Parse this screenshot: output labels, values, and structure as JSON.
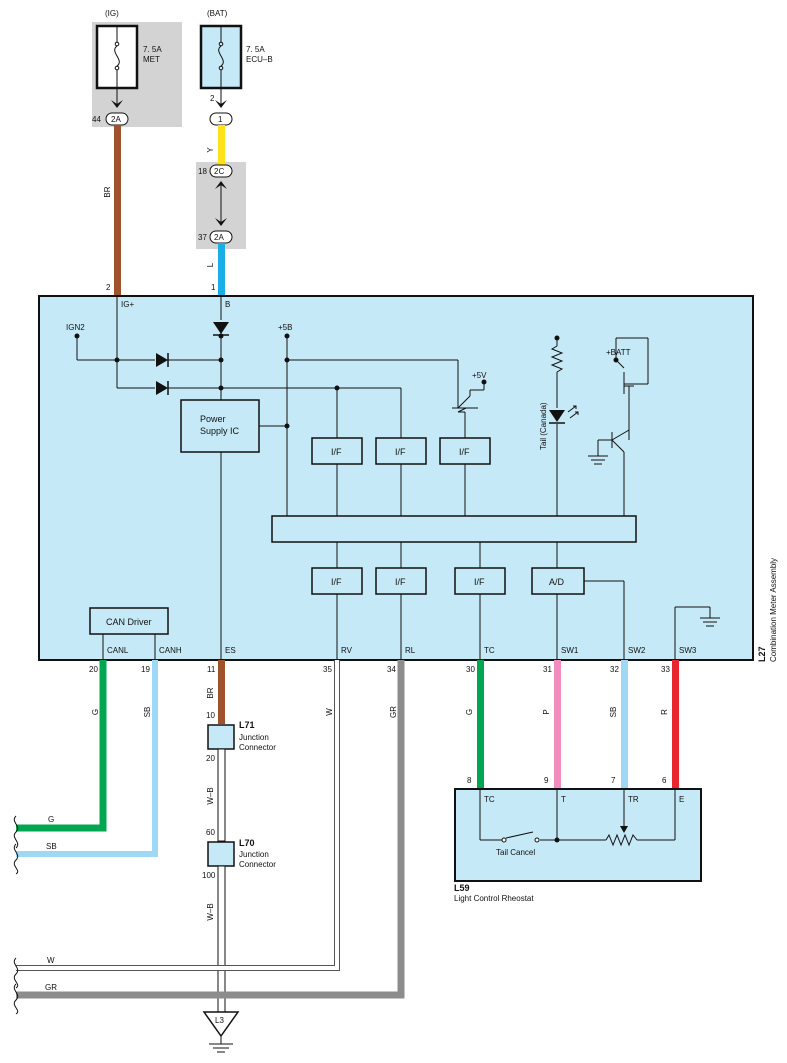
{
  "colors": {
    "panel": "#c6e9f7",
    "shade": "#d3d3d3",
    "BR": "#a0522d",
    "Y": "#ffe11a",
    "L": "#1aaee6",
    "G": "#00a650",
    "SB": "#9fd8f5",
    "W": "#ffffff",
    "GR": "#8c8c8c",
    "P": "#f08cbe",
    "R": "#e8262e",
    "WB": "#ffffff"
  },
  "fuses": {
    "ig": {
      "source": "(IG)",
      "amp": "7. 5A",
      "name": "MET",
      "pin": "44",
      "conn": "2A"
    },
    "bat": {
      "source": "(BAT)",
      "amp": "7. 5A",
      "name": "ECU–B",
      "pin": "2",
      "conn": "1"
    }
  },
  "junction_2c": {
    "pin": "18",
    "conn": "2C"
  },
  "junction_2a": {
    "pin": "37",
    "conn": "2A"
  },
  "wires": {
    "br": "BR",
    "y": "Y",
    "l": "L",
    "g": "G",
    "sb": "SB",
    "w": "W",
    "gr": "GR",
    "p": "P",
    "r": "R",
    "wb": "W–B"
  },
  "meter": {
    "name": "L27",
    "title": "Combination Meter Assembly",
    "top_pins": [
      {
        "num": "2",
        "label": "IG+"
      },
      {
        "num": "1",
        "label": "B"
      }
    ],
    "internal": {
      "ign2": "IGN2",
      "plus5b": "+5B",
      "plus5v": "+5V",
      "batt": "+BATT",
      "tail": "Tail (Canada)",
      "power_ic_line1": "Power",
      "power_ic_line2": "Supply IC",
      "if": "I/F",
      "ad": "A/D",
      "can_driver": "CAN Driver"
    },
    "bottom_pins": [
      {
        "label": "CANL",
        "num": "20"
      },
      {
        "label": "CANH",
        "num": "19"
      },
      {
        "label": "ES",
        "num": "11"
      },
      {
        "label": "RV",
        "num": "35"
      },
      {
        "label": "RL",
        "num": "34"
      },
      {
        "label": "TC",
        "num": "30"
      },
      {
        "label": "SW1",
        "num": "31"
      },
      {
        "label": "SW2",
        "num": "32"
      },
      {
        "label": "SW3",
        "num": "33"
      }
    ]
  },
  "l71": {
    "name": "L71",
    "line1": "Junction",
    "line2": "Connector",
    "pin_in": "10",
    "pin_out": "20"
  },
  "l70": {
    "name": "L70",
    "line1": "Junction",
    "line2": "Connector",
    "pin_in": "60",
    "pin_out": "100"
  },
  "ground": {
    "name": "L3"
  },
  "rheostat": {
    "name": "L59",
    "title": "Light Control Rheostat",
    "pins": [
      {
        "num": "8",
        "label": "TC"
      },
      {
        "num": "9",
        "label": "T"
      },
      {
        "num": "7",
        "label": "TR"
      },
      {
        "num": "6",
        "label": "E"
      }
    ],
    "switch_label": "Tail Cancel"
  },
  "left_wires": [
    {
      "label": "G"
    },
    {
      "label": "SB"
    },
    {
      "label": "W"
    },
    {
      "label": "GR"
    }
  ]
}
